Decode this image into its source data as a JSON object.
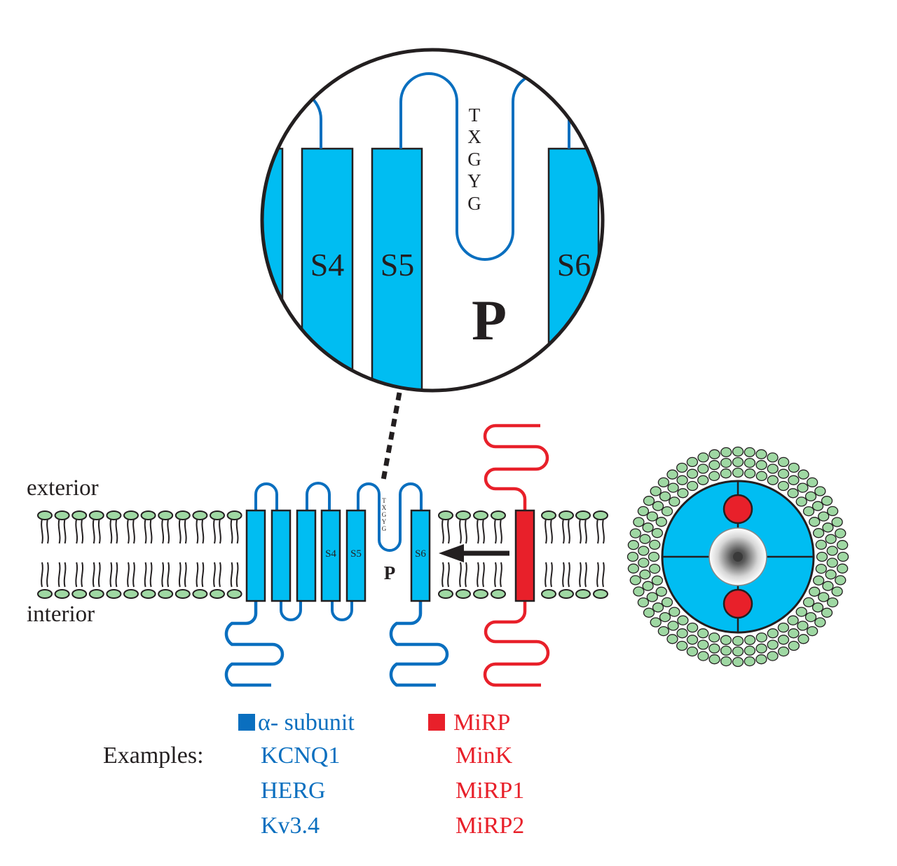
{
  "colors": {
    "alpha_fill": "#00bdf2",
    "alpha_line": "#0a6fbf",
    "mirp": "#e8202a",
    "lipid_head": "#9fd8a3",
    "outline": "#231f20"
  },
  "zoom_view": {
    "helices": [
      "S4",
      "S5",
      "S6"
    ],
    "pore_label": "P",
    "selectivity_filter": [
      "T",
      "X",
      "G",
      "Y",
      "G"
    ]
  },
  "membrane": {
    "exterior_label": "exterior",
    "interior_label": "interior"
  },
  "alpha_subunit": {
    "helix_labels": [
      "",
      "",
      "",
      "S4",
      "S5",
      "S6"
    ],
    "pore_label": "P",
    "selectivity_filter": [
      "T",
      "X",
      "G",
      "Y",
      "G"
    ]
  },
  "legend": {
    "examples_label": "Examples:",
    "alpha": {
      "title": "α- subunit",
      "examples": [
        "KCNQ1",
        "HERG",
        "Kv3.4"
      ]
    },
    "mirp": {
      "title": "MiRP",
      "examples": [
        "MinK",
        "MiRP1",
        "MiRP2"
      ]
    }
  }
}
